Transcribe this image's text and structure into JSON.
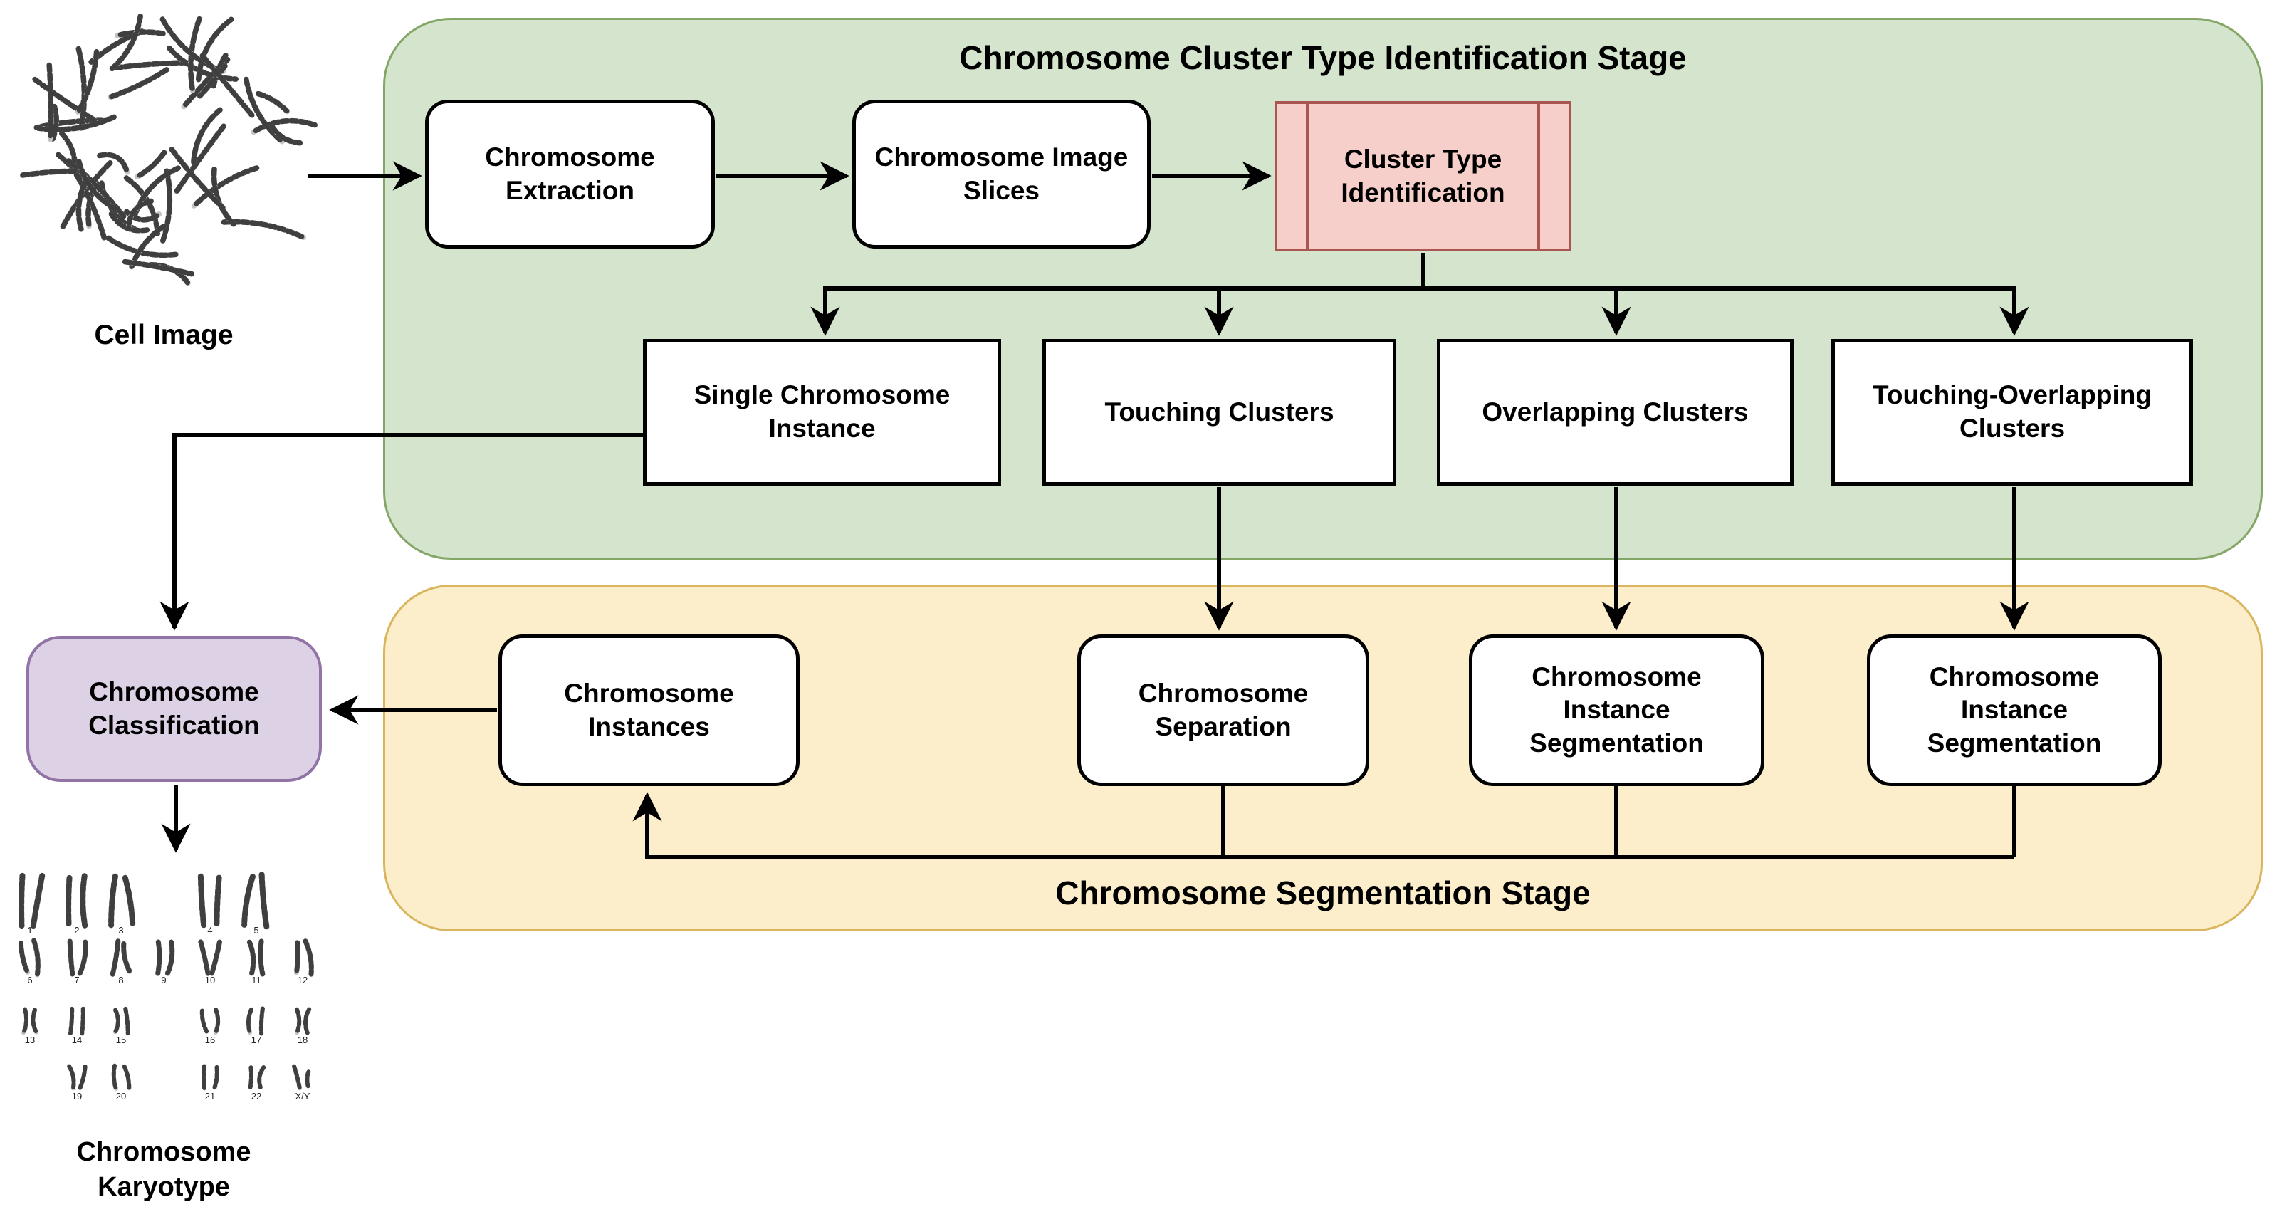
{
  "panels": {
    "identification": {
      "title": "Chromosome Cluster Type Identification Stage"
    },
    "segmentation": {
      "title": "Chromosome Segmentation Stage"
    }
  },
  "nodes": {
    "cell_image_caption": "Cell Image",
    "extraction": "Chromosome Extraction",
    "image_slices": "Chromosome Image Slices",
    "cluster_type": "Cluster Type Identification",
    "single_instance": "Single Chromosome Instance",
    "touching": "Touching Clusters",
    "overlapping": "Overlapping Clusters",
    "touching_overlapping": "Touching-Overlapping Clusters",
    "instances": "Chromosome Instances",
    "separation": "Chromosome Separation",
    "instance_segmentation_a": "Chromosome Instance Segmentation",
    "instance_segmentation_b": "Chromosome Instance Segmentation",
    "classification": "Chromosome Classification",
    "karyotype_caption": "Chromosome Karyotype"
  },
  "karyotype_rows": [
    [
      "1",
      "2",
      "3",
      "",
      "4",
      "5",
      ""
    ],
    [
      "6",
      "7",
      "8",
      "9",
      "10",
      "11",
      "12"
    ],
    [
      "13",
      "14",
      "15",
      "",
      "16",
      "17",
      "18"
    ],
    [
      "",
      "19",
      "20",
      "",
      "21",
      "22",
      "X/Y"
    ]
  ],
  "colors": {
    "green_fill": "#d5e5cd",
    "green_border": "#84a666",
    "yellow_fill": "#fceecb",
    "yellow_border": "#d9b55e",
    "pink_fill": "#f6cfca",
    "pink_border": "#aa5551",
    "purple_fill": "#ddd1e6",
    "purple_border": "#9173a5",
    "line": "#000000"
  }
}
